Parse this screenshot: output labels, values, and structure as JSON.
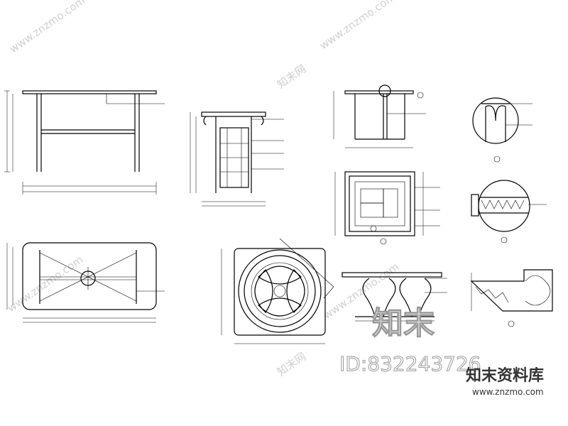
{
  "watermark": {
    "site_cn": "知末网",
    "site_url": "www.znzmo.com",
    "overlay_cn": "知末",
    "id_text": "ID:832243726",
    "brand_cn": "知末资料库",
    "brand_url": "www.znzmo.com"
  }
}
